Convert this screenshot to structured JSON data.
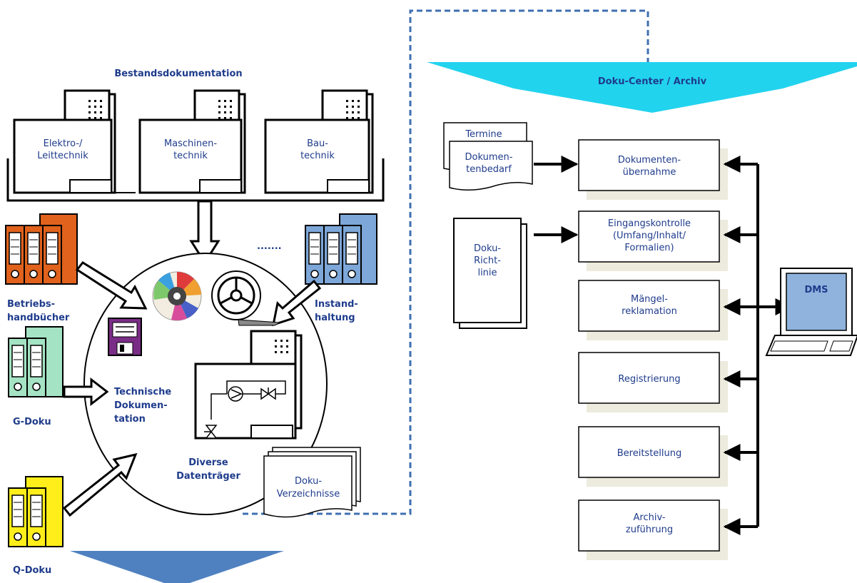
{
  "colors": {
    "text": "#1f3c8c",
    "cyan": "#22d3ee",
    "blue_funnel": "#4f81c0",
    "dashed_line": "#3f6fb0",
    "shadow": "#ecebdd",
    "binder_orange": "#e0621c",
    "binder_blue": "#7da7d8",
    "binder_green": "#a4e3c3",
    "binder_yellow": "#ffee1a",
    "dms_screen": "#8fb3dc",
    "floppy": "#7a2d86"
  },
  "left": {
    "title": "Bestandsdokumentation",
    "terminals": [
      {
        "line1": "Elektro-/",
        "line2": "Leittechnik"
      },
      {
        "line1": "Maschinen-",
        "line2": "technik"
      },
      {
        "line1": "Bau-",
        "line2": "technik"
      }
    ],
    "binders": {
      "betrieb": {
        "line1": "Betriebs-",
        "line2": "handbücher"
      },
      "instand": {
        "line1": "Instand-",
        "line2": "haltung"
      },
      "gdoku": "G-Doku",
      "qdoku": "Q-Doku",
      "dots": "......."
    },
    "circle": {
      "tech": {
        "line1": "Technische",
        "line2": "Dokumen-",
        "line3": "tation"
      },
      "datentraeger": {
        "line1": "Diverse",
        "line2": "Datenträger"
      },
      "verzeichnisse": {
        "line1": "Doku-",
        "line2": "Verzeichnisse"
      }
    }
  },
  "right": {
    "header": "Doku-Center / Archiv",
    "documents": {
      "termine": "Termine",
      "bedarf": {
        "line1": "Dokumen-",
        "line2": "tenbedarf"
      },
      "richtlinie": {
        "line1": "Doku-",
        "line2": "Richt-",
        "line3": "linie"
      }
    },
    "process": [
      {
        "line1": "Dokumenten-",
        "line2": "übernahme"
      },
      {
        "line1": "Eingangskontrolle",
        "line2": "(Umfang/Inhalt/",
        "line3": "Formalien)"
      },
      {
        "line1": "Mängel-",
        "line2": "reklamation"
      },
      {
        "line1": "Registrierung"
      },
      {
        "line1": "Bereitstellung"
      },
      {
        "line1": "Archiv-",
        "line2": "zuführung"
      }
    ],
    "dms": "DMS"
  }
}
